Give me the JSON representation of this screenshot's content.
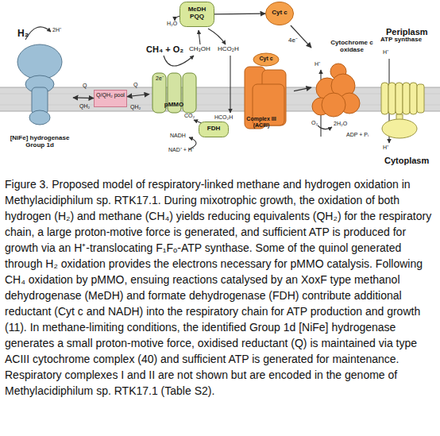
{
  "diagram": {
    "caption": "Figure 3. Proposed model of respiratory-linked methane and hydrogen oxidation in Methylacidiphilum sp. RTK17.1. During mixotrophic growth, the oxidation of both hydrogen (H₂) and methane (CH₄) yields reducing equivalents (QH₂) for the respiratory chain, a large proton-motive force is generated, and sufficient ATP is produced for growth via an H⁺-translocating F₁Fₒ-ATP synthase. Some of the quinol generated through H₂ oxidation provides the electrons necessary for pMMO catalysis. Following CH₄ oxidation by pMMO, ensuing reactions catalysed by an XoxF type methanol dehydrogenase (MeDH) and formate dehydrogenase (FDH) contribute additional reductant (Cyt c and NADH) into the respiratory chain for ATP production and growth (11). In methane-limiting conditions, the identified Group 1d [NiFe] hydrogenase generates a small proton-motive force, oxidised reductant (Q) is maintained via type ACIII cytochrome complex (40) and sufficient ATP is generated for maintenance. Respiratory complexes I and II are not shown but are encoded in the genome of Methylacidiphilum sp. RTK17.1 (Table S2).",
    "nodes": [
      {
        "text": [
          "[NiFe] hydrogenase Group 1d"
        ]
      },
      {
        "text": [
          "Q/QH₂ pool"
        ]
      },
      {
        "text": [
          "2e⁻",
          "pMMO"
        ]
      },
      {
        "text": [
          "MeDH PQQ"
        ]
      },
      {
        "text": [
          "Cyt c"
        ]
      },
      {
        "text": [
          "Cyt c",
          "Complex III (ACIII)"
        ]
      },
      {
        "text": [
          "Cytochrome c oxidase"
        ]
      },
      {
        "text": [
          "ATP synthase"
        ]
      },
      {
        "text": [
          "FDH"
        ]
      }
    ],
    "edges": [
      {
        "from": 0,
        "to": 1,
        "arrow": "both"
      },
      {
        "from": 1,
        "to": 2,
        "arrow": "both"
      },
      {
        "from": 3,
        "to": 4,
        "arrow": "to"
      },
      {
        "from": 4,
        "to": 6,
        "arrow": "to",
        "label": "4e⁻"
      },
      {
        "from": 5,
        "to": 6,
        "arrow": "to"
      }
    ],
    "labels": [
      "Periplasm",
      "Cytoplasm",
      "H₂",
      "2H⁺",
      "Q",
      "QH₂",
      "Q",
      "QH₂",
      "CH₄ + O₂",
      "CH₃OH",
      "H₂O",
      "HCO₂H",
      "CO₂",
      "HCO₂H",
      "NADH",
      "NAD⁺ + H⁺",
      "H⁺",
      "O₂",
      "2H₂O",
      "H⁺",
      "ADP + Pᵢ",
      "H⁺"
    ]
  }
}
